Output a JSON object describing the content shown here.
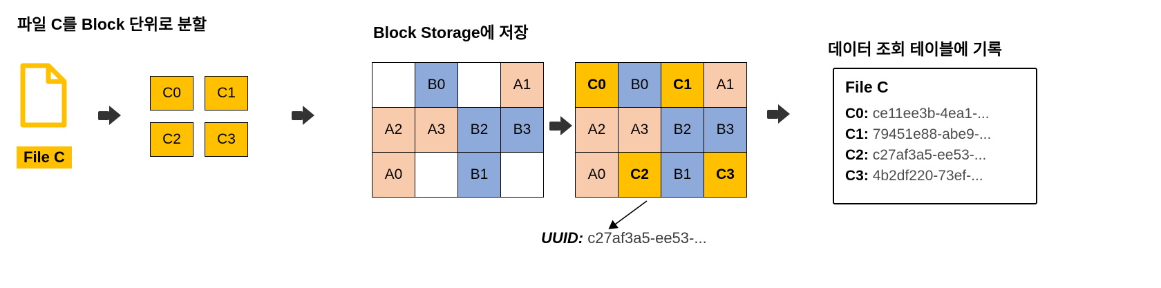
{
  "split": {
    "title": "파일 C를 Block 단위로 분할",
    "file_label": "File C",
    "blocks": [
      "C0",
      "C1",
      "C2",
      "C3"
    ]
  },
  "storage": {
    "title": "Block Storage에 저장",
    "grid_before": [
      [
        "",
        "B0",
        "",
        "A1"
      ],
      [
        "A2",
        "A3",
        "B2",
        "B3"
      ],
      [
        "A0",
        "",
        "B1",
        ""
      ]
    ],
    "grid_after": [
      [
        "C0",
        "B0",
        "C1",
        "A1"
      ],
      [
        "A2",
        "A3",
        "B2",
        "B3"
      ],
      [
        "A0",
        "C2",
        "B1",
        "C3"
      ]
    ],
    "annotation": {
      "label": "UUID:",
      "value": "c27af3a5-ee53-..."
    }
  },
  "lookup": {
    "title": "데이터 조회 테이블에 기록",
    "header": "File C",
    "entries": [
      {
        "key": "C0",
        "value": "ce11ee3b-4ea1-..."
      },
      {
        "key": "C1",
        "value": "79451e88-abe9-..."
      },
      {
        "key": "C2",
        "value": "c27af3a5-ee53-..."
      },
      {
        "key": "C3",
        "value": "4b2df220-73ef-..."
      }
    ]
  },
  "colors": {
    "yellow": "#FFC000",
    "blue": "#8EAADB",
    "peach": "#F8CBAD",
    "arrow": "#333333"
  }
}
